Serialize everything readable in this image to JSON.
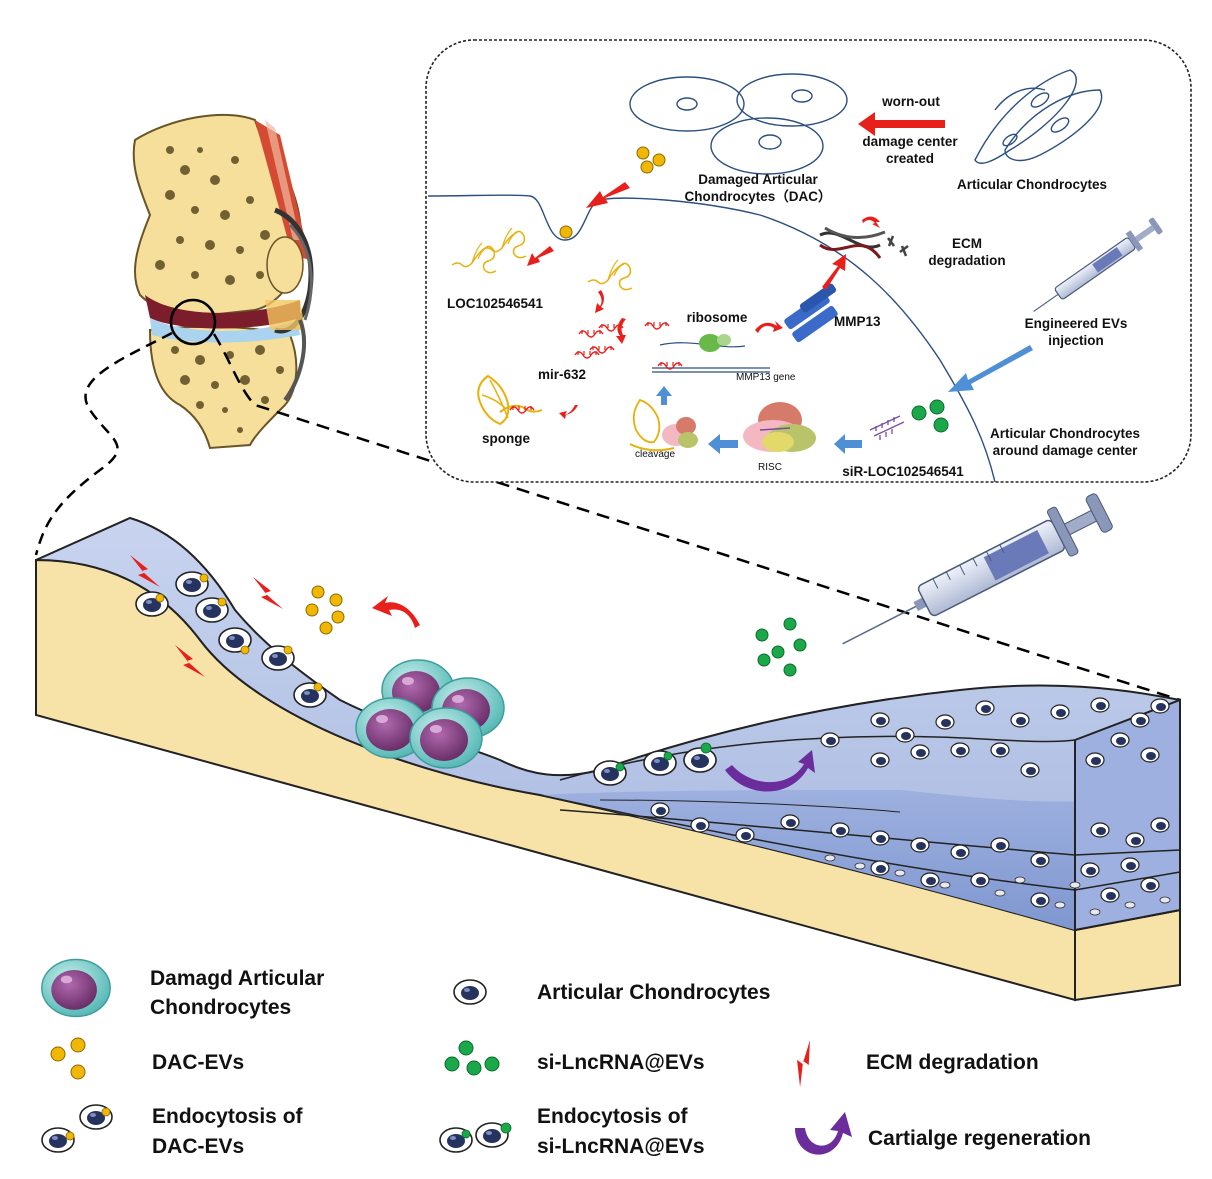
{
  "inset": {
    "damaged_label_1": "Damaged Articular",
    "damaged_label_2": "Chondrocytes（DAC）",
    "wornout": "worn-out",
    "damage_center_1": "damage center",
    "damage_center_2": "created",
    "articular_chondrocytes": "Articular Chondrocytes",
    "ecm_1": "ECM",
    "ecm_2": "degradation",
    "lnc": "LOC102546541",
    "mmp13": "MMP13",
    "ribosome": "ribosome",
    "mir": "mir-632",
    "mmp13_gene": "MMP13 gene",
    "sponge": "sponge",
    "engineered_1": "Engineered EVs",
    "engineered_2": "injection",
    "around_1": "Articular Chondrocytes",
    "around_2": "around damage center",
    "cleavage": "cleavage",
    "risc": "RISC",
    "sir": "siR-LOC102546541"
  },
  "legend": {
    "damaged_1": "Damagd Articular",
    "damaged_2": "Chondrocytes",
    "dac_evs": "DAC-EVs",
    "endo_dac_1": "Endocytosis of",
    "endo_dac_2": "DAC-EVs",
    "articular": "Articular Chondrocytes",
    "si_evs": "si-LncRNA@EVs",
    "endo_si_1": "Endocytosis of",
    "endo_si_2": "si-LncRNA@EVs",
    "ecm": "ECM degradation",
    "regen": "Cartialge regeneration"
  },
  "colors": {
    "dac_ev": "#f2b705",
    "si_ev": "#1aa84a",
    "damaged_cell": "#7a3a78",
    "damaged_cytoplasm": "#6fc7c4",
    "nucleus": "#24305e",
    "cartilage": "#b9c6e6",
    "bone": "#f8e6b0",
    "degradation": "#e8201c",
    "regeneration": "#6a2d9b",
    "injection_arrow": "#4f8fd6"
  }
}
